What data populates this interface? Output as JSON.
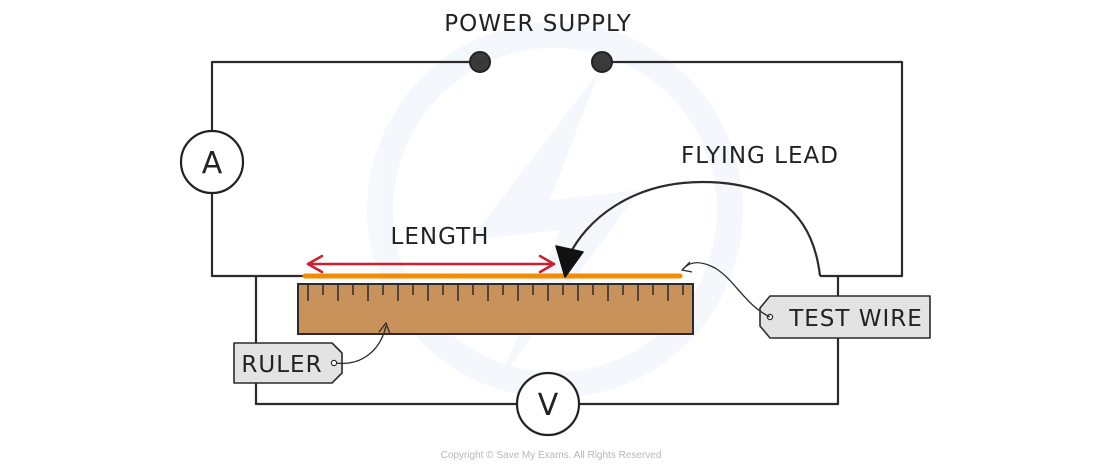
{
  "labels": {
    "power_supply": "POWER SUPPLY",
    "flying_lead": "FLYING LEAD",
    "length": "LENGTH",
    "test_wire": "TEST WIRE",
    "ruler": "RULER",
    "ammeter": "A",
    "voltmeter": "V"
  },
  "copyright": "Copyright © Save My Exams. All Rights Reserved",
  "colors": {
    "wire": "#2b2b2b",
    "test_wire": "#f28c00",
    "length_arrow": "#cc1f2f",
    "ruler_fill": "#c8925a",
    "tag_fill": "#e3e3e3"
  }
}
